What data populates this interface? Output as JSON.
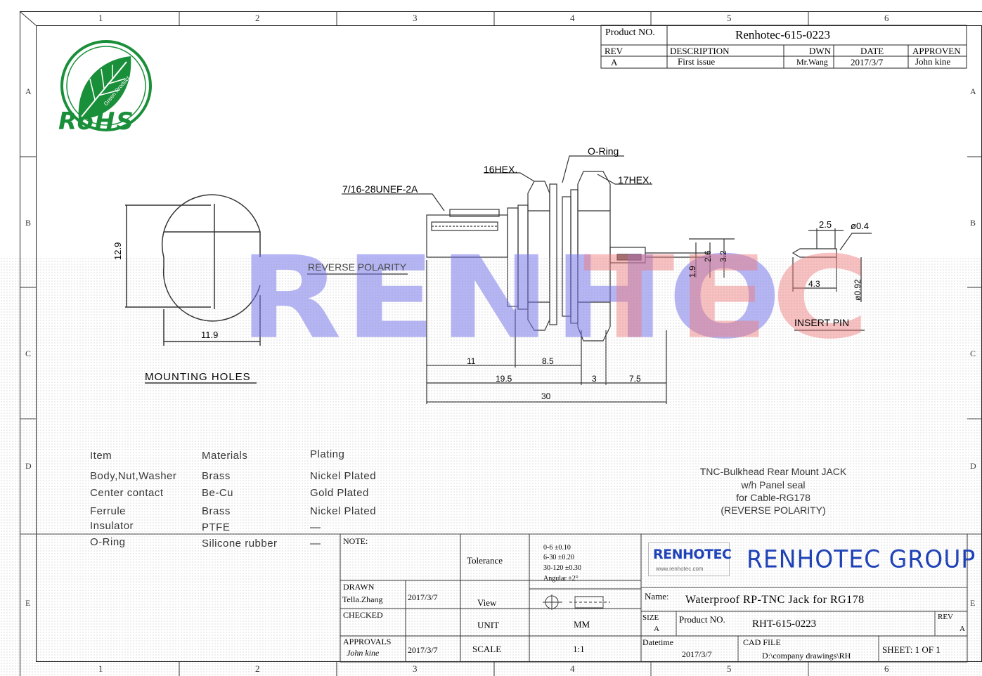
{
  "zones": {
    "columns": [
      "1",
      "2",
      "3",
      "4",
      "5",
      "6"
    ],
    "rows": [
      "A",
      "B",
      "C",
      "D",
      "E"
    ]
  },
  "logo": {
    "rohs": "RoHS",
    "green_product": "Green Product"
  },
  "revision_block": {
    "product_no_label": "Product NO.",
    "product_no": "Renhotec-615-0223",
    "headers": [
      "REV",
      "DESCRIPTION",
      "DWN",
      "DATE",
      "APPROVEN"
    ],
    "row": [
      "A",
      "First issue",
      "Mr.Wang",
      "2017/3/7",
      "John kine"
    ]
  },
  "drawing": {
    "thread": "7/16-28UNEF-2A",
    "hex16": "16HEX.",
    "oring": "O-Ring",
    "hex17": "17HEX.",
    "reverse_polarity": "REVERSE POLARITY",
    "dim_12_9": "12.9",
    "dim_11_9": "11.9",
    "mounting_holes": "MOUNTING HOLES",
    "dim_11": "11",
    "dim_8_5": "8.5",
    "dim_19_5": "19.5",
    "dim_3": "3",
    "dim_7_5": "7.5",
    "dim_30": "30",
    "dim_1_9": "1.9",
    "dim_2_6": "2.6",
    "dim_3_2": "3.2",
    "dim_2_5": "2.5",
    "dim_phi_0_4": "ø0.4",
    "dim_4_3": "4.3",
    "dim_phi_0_92": "ø0.92",
    "insert_pin": "INSERT PIN"
  },
  "watermark": {
    "part1": "RENHO",
    "part2": "TEC"
  },
  "materials": {
    "headers": [
      "Item",
      "Materials",
      "Plating"
    ],
    "rows": [
      [
        "Body,Nut,Washer",
        "Brass",
        "Nickel Plated"
      ],
      [
        "Center contact",
        "Be-Cu",
        "Gold Plated"
      ],
      [
        "Ferrule",
        "Brass",
        "Nickel Plated"
      ],
      [
        "Insulator",
        "PTFE",
        "—"
      ],
      [
        "O-Ring",
        "Silicone rubber",
        "—"
      ]
    ]
  },
  "description": {
    "line1": "TNC-Bulkhead Rear Mount JACK",
    "line2": "w/h Panel seal",
    "line3": "for Cable-RG178",
    "line4": "(REVERSE POLARITY)"
  },
  "title_block": {
    "note": "NOTE:",
    "tolerance": "Tolerance",
    "tol_lines": [
      "0-6    ±0.10",
      "6-30   ±0.20",
      "30-120   ±0.30",
      "Angular  ±2°"
    ],
    "drawn": "DRAWN",
    "drawn_by": "Tella.Zhang",
    "drawn_date": "2017/3/7",
    "view": "View",
    "checked": "CHECKED",
    "unit_label": "UNIT",
    "unit": "MM",
    "approved": "APPROVALS",
    "approved_by": "John kine",
    "approved_date": "2017/3/7",
    "scale_label": "SCALE",
    "scale": "1:1",
    "logo_text": "RENHOTEC",
    "logo_sub": "www.renhotec.com",
    "group": "RENHOTEC GROUP",
    "name_label": "Name:",
    "name": "Waterproof RP-TNC Jack for RG178",
    "size_label": "SIZE",
    "size": "A",
    "product_label": "Product NO.",
    "product": "RHT-615-0223",
    "rev_label": "REV",
    "rev": "A",
    "datetime_label": "Datetime",
    "datetime": "2017/3/7",
    "cad_label": "CAD FILE",
    "cad": "D:\\company drawings\\RH",
    "sheet": "SHEET: 1 OF 1"
  }
}
